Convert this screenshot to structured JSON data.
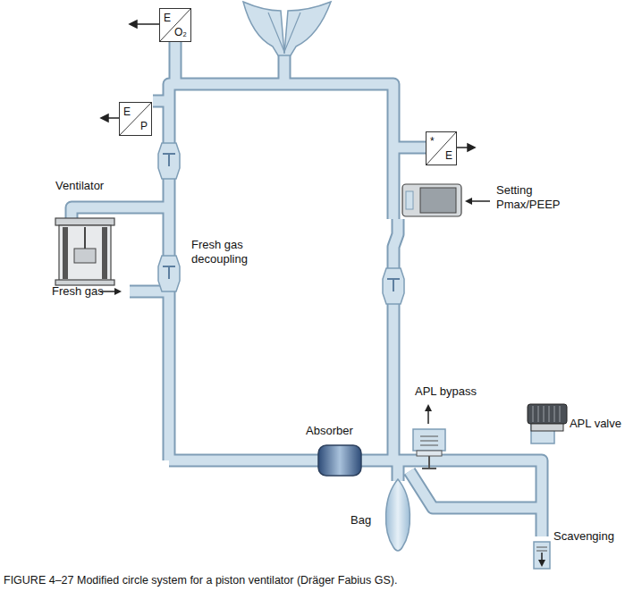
{
  "diagram": {
    "caption": "FIGURE 4–27 Modified circle system for a piston ventilator (Dräger Fabius GS).",
    "nodes": [
      {
        "text": [
          "E",
          "O₂"
        ]
      },
      {
        "text": [
          "E",
          "P"
        ]
      },
      {
        "text": [
          "*",
          "E"
        ]
      }
    ],
    "labels": [
      "Ventilator",
      "Fresh gas decoupling",
      "Fresh gas",
      "Setting Pmax/PEEP",
      "APL bypass",
      "APL valve",
      "Absorber",
      "Bag",
      "Scavenging"
    ]
  }
}
